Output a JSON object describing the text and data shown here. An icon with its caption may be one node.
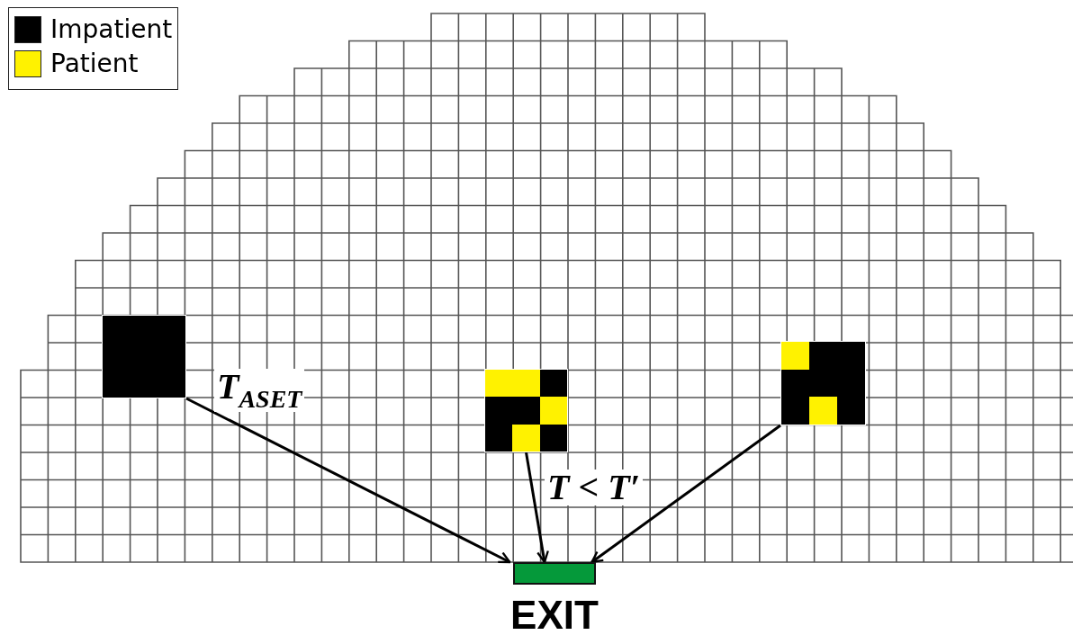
{
  "diagram": {
    "nodes": [
      {
        "text": [],
        "shape": "box"
      },
      {
        "text": [],
        "shape": "box"
      },
      {
        "text": [],
        "shape": "box"
      },
      {
        "text": [
          "EXIT"
        ]
      }
    ],
    "edges": [
      {
        "from": 0,
        "to": 3,
        "arrow": "to",
        "label": "T$_{ASET}$"
      },
      {
        "from": 1,
        "to": 3,
        "arrow": "to",
        "label": "T < T′"
      },
      {
        "from": 2,
        "to": 3,
        "arrow": "to"
      }
    ],
    "legend": [
      {
        "text": "Impatient",
        "color": "#000000"
      },
      {
        "text": "Patient",
        "color": "#fff200"
      }
    ]
  }
}
